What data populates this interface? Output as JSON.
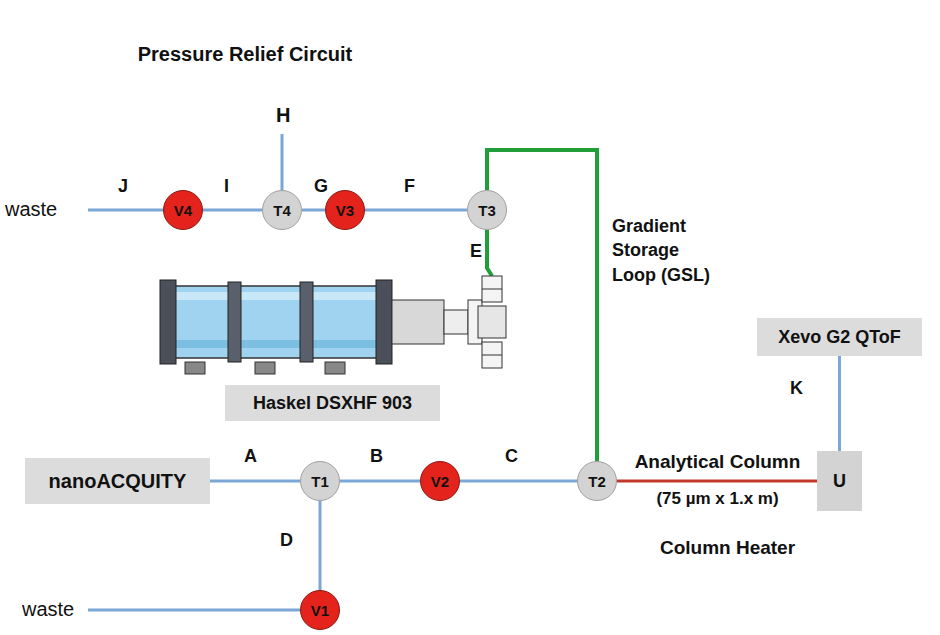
{
  "diagram": {
    "nodes": [
      {
        "text": [
          "Pressure Relief Circuit"
        ]
      },
      {
        "text": [
          "V4"
        ],
        "in": 0
      },
      {
        "text": [
          "T4"
        ],
        "in": 0
      },
      {
        "text": [
          "V3"
        ],
        "in": 0
      },
      {
        "text": [
          "T3"
        ]
      },
      {
        "text": [
          "Haskel DSXHF 903"
        ]
      },
      {
        "text": [
          "Xevo G2 QToF"
        ]
      },
      {
        "text": [
          "nanoACQUITY"
        ]
      },
      {
        "text": [
          "T1"
        ]
      },
      {
        "text": [
          "V2"
        ]
      },
      {
        "text": [
          "V1"
        ]
      },
      {
        "text": [
          "Analytical Column",
          "(75 µm x 1.x m)",
          "Column Heater"
        ]
      },
      {
        "text": [
          "T2"
        ],
        "in": 11
      },
      {
        "text": [
          "U"
        ],
        "in": 11
      }
    ],
    "edges": [
      {
        "from": 1,
        "to": 2,
        "label": "I",
        "arrow": "none"
      },
      {
        "from": 2,
        "to": 3,
        "label": "G",
        "arrow": "none"
      },
      {
        "from": 3,
        "to": 4,
        "label": "F",
        "arrow": "none"
      },
      {
        "from": 4,
        "to": 12,
        "label": "Gradient Storage Loop (GSL)",
        "arrow": "none"
      },
      {
        "from": 13,
        "to": 6,
        "label": "K",
        "arrow": "none"
      },
      {
        "from": 7,
        "to": 8,
        "label": "A",
        "arrow": "none"
      },
      {
        "from": 8,
        "to": 9,
        "label": "B",
        "arrow": "none"
      },
      {
        "from": 9,
        "to": 12,
        "label": "C",
        "arrow": "none"
      },
      {
        "from": 8,
        "to": 10,
        "label": "D",
        "arrow": "none"
      },
      {
        "from": 12,
        "to": 13,
        "arrow": "none"
      }
    ],
    "labels": [
      "H",
      "waste",
      "J",
      "E",
      "waste"
    ]
  }
}
